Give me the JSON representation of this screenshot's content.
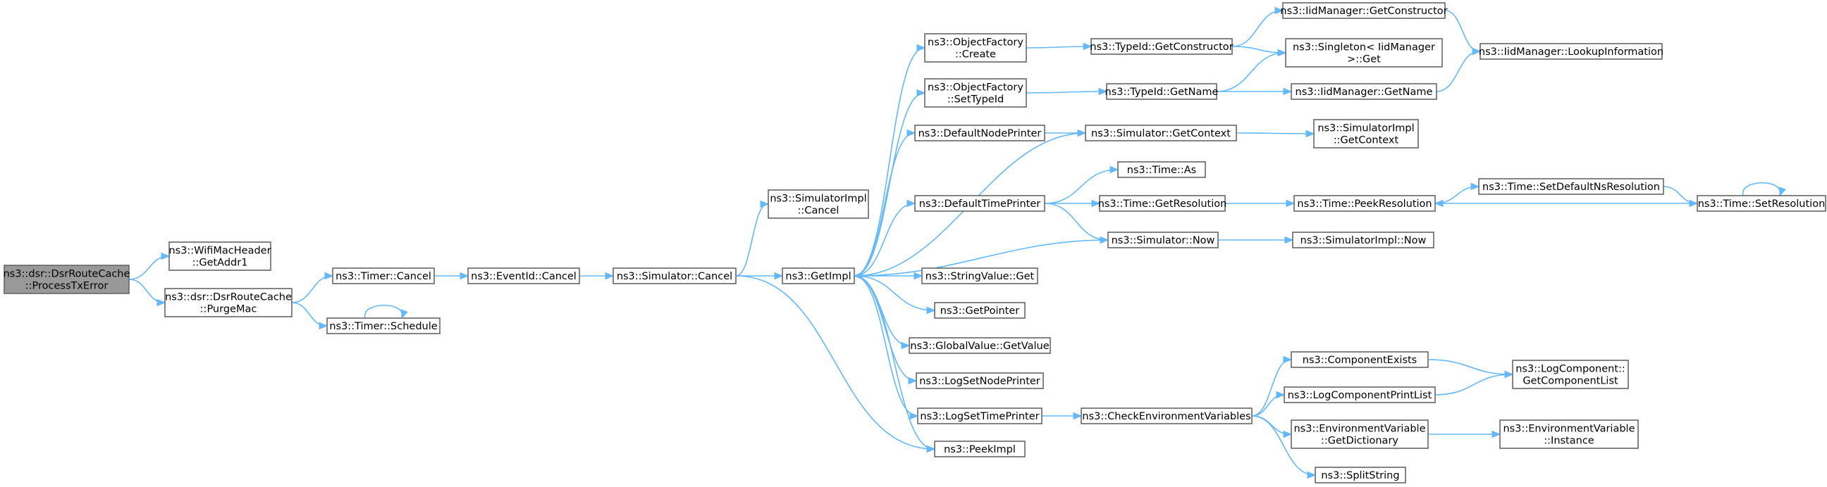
{
  "graph": {
    "nodes": [
      {
        "id": "root",
        "lines": [
          "ns3::dsr::DsrRouteCache",
          "::ProcessTxError"
        ],
        "root": true
      },
      {
        "id": "wifi_getaddr1",
        "lines": [
          "ns3::WifiMacHeader",
          "::GetAddr1"
        ]
      },
      {
        "id": "purgemac",
        "lines": [
          "ns3::dsr::DsrRouteCache",
          "::PurgeMac"
        ]
      },
      {
        "id": "timer_cancel",
        "lines": [
          "ns3::Timer::Cancel"
        ]
      },
      {
        "id": "timer_schedule",
        "lines": [
          "ns3::Timer::Schedule"
        ]
      },
      {
        "id": "eventid_cancel",
        "lines": [
          "ns3::EventId::Cancel"
        ]
      },
      {
        "id": "sim_cancel",
        "lines": [
          "ns3::Simulator::Cancel"
        ]
      },
      {
        "id": "simimpl_cancel",
        "lines": [
          "ns3::SimulatorImpl",
          "::Cancel"
        ]
      },
      {
        "id": "getimpl",
        "lines": [
          "ns3::GetImpl"
        ]
      },
      {
        "id": "of_create",
        "lines": [
          "ns3::ObjectFactory",
          "::Create"
        ]
      },
      {
        "id": "of_settypeid",
        "lines": [
          "ns3::ObjectFactory",
          "::SetTypeId"
        ]
      },
      {
        "id": "defnodeprinter",
        "lines": [
          "ns3::DefaultNodePrinter"
        ]
      },
      {
        "id": "deftimeprinter",
        "lines": [
          "ns3::DefaultTimePrinter"
        ]
      },
      {
        "id": "stringvalue_get",
        "lines": [
          "ns3::StringValue::Get"
        ]
      },
      {
        "id": "getpointer",
        "lines": [
          "ns3::GetPointer"
        ]
      },
      {
        "id": "globalvalue_getvalue",
        "lines": [
          "ns3::GlobalValue::GetValue"
        ]
      },
      {
        "id": "logsetnodeprinter",
        "lines": [
          "ns3::LogSetNodePrinter"
        ]
      },
      {
        "id": "logsettimeprinter",
        "lines": [
          "ns3::LogSetTimePrinter"
        ]
      },
      {
        "id": "peekimpl",
        "lines": [
          "ns3::PeekImpl"
        ]
      },
      {
        "id": "typeid_getconstructor",
        "lines": [
          "ns3::TypeId::GetConstructor"
        ]
      },
      {
        "id": "typeid_getname",
        "lines": [
          "ns3::TypeId::GetName"
        ]
      },
      {
        "id": "sim_getcontext",
        "lines": [
          "ns3::Simulator::GetContext"
        ]
      },
      {
        "id": "time_as",
        "lines": [
          "ns3::Time::As"
        ]
      },
      {
        "id": "time_getresolution",
        "lines": [
          "ns3::Time::GetResolution"
        ]
      },
      {
        "id": "sim_now",
        "lines": [
          "ns3::Simulator::Now"
        ]
      },
      {
        "id": "checkenvvars",
        "lines": [
          "ns3::CheckEnvironmentVariables"
        ]
      },
      {
        "id": "iid_getconstructor",
        "lines": [
          "ns3::IidManager::GetConstructor"
        ]
      },
      {
        "id": "singleton_get",
        "lines": [
          "ns3::Singleton< IidManager",
          " >::Get"
        ]
      },
      {
        "id": "iid_getname",
        "lines": [
          "ns3::IidManager::GetName"
        ]
      },
      {
        "id": "simimpl_getcontext",
        "lines": [
          "ns3::SimulatorImpl",
          "::GetContext"
        ]
      },
      {
        "id": "time_peekresolution",
        "lines": [
          "ns3::Time::PeekResolution"
        ]
      },
      {
        "id": "simimpl_now",
        "lines": [
          "ns3::SimulatorImpl::Now"
        ]
      },
      {
        "id": "componentexists",
        "lines": [
          "ns3::ComponentExists"
        ]
      },
      {
        "id": "logcomponentprintlist",
        "lines": [
          "ns3::LogComponentPrintList"
        ]
      },
      {
        "id": "envvar_getdictionary",
        "lines": [
          "ns3::EnvironmentVariable",
          "::GetDictionary"
        ]
      },
      {
        "id": "splitstring",
        "lines": [
          "ns3::SplitString"
        ]
      },
      {
        "id": "iid_lookupinformation",
        "lines": [
          "ns3::IidManager::LookupInformation"
        ]
      },
      {
        "id": "time_setdefaultnsresolution",
        "lines": [
          "ns3::Time::SetDefaultNsResolution"
        ]
      },
      {
        "id": "time_setresolution",
        "lines": [
          "ns3::Time::SetResolution"
        ]
      },
      {
        "id": "logcomponent_getcomponentlist",
        "lines": [
          "ns3::LogComponent::",
          "GetComponentList"
        ]
      },
      {
        "id": "envvar_instance",
        "lines": [
          "ns3::EnvironmentVariable",
          "::Instance"
        ]
      }
    ],
    "edges": [
      [
        "root",
        "wifi_getaddr1"
      ],
      [
        "root",
        "purgemac"
      ],
      [
        "purgemac",
        "timer_cancel"
      ],
      [
        "purgemac",
        "timer_schedule"
      ],
      [
        "timer_cancel",
        "eventid_cancel"
      ],
      [
        "timer_schedule",
        "timer_schedule"
      ],
      [
        "eventid_cancel",
        "sim_cancel"
      ],
      [
        "sim_cancel",
        "simimpl_cancel"
      ],
      [
        "sim_cancel",
        "getimpl"
      ],
      [
        "sim_cancel",
        "peekimpl"
      ],
      [
        "getimpl",
        "of_create"
      ],
      [
        "getimpl",
        "of_settypeid"
      ],
      [
        "getimpl",
        "defnodeprinter"
      ],
      [
        "getimpl",
        "deftimeprinter"
      ],
      [
        "getimpl",
        "stringvalue_get"
      ],
      [
        "getimpl",
        "getpointer"
      ],
      [
        "getimpl",
        "globalvalue_getvalue"
      ],
      [
        "getimpl",
        "logsetnodeprinter"
      ],
      [
        "getimpl",
        "logsettimeprinter"
      ],
      [
        "getimpl",
        "peekimpl"
      ],
      [
        "of_create",
        "typeid_getconstructor"
      ],
      [
        "of_settypeid",
        "typeid_getname"
      ],
      [
        "defnodeprinter",
        "sim_getcontext"
      ],
      [
        "deftimeprinter",
        "time_as"
      ],
      [
        "deftimeprinter",
        "time_getresolution"
      ],
      [
        "deftimeprinter",
        "sim_now"
      ],
      [
        "logsettimeprinter",
        "checkenvvars"
      ],
      [
        "typeid_getconstructor",
        "iid_getconstructor"
      ],
      [
        "typeid_getconstructor",
        "singleton_get"
      ],
      [
        "typeid_getname",
        "singleton_get"
      ],
      [
        "typeid_getname",
        "iid_getname"
      ],
      [
        "sim_getcontext",
        "getimpl"
      ],
      [
        "sim_getcontext",
        "simimpl_getcontext"
      ],
      [
        "time_getresolution",
        "time_peekresolution"
      ],
      [
        "sim_now",
        "getimpl"
      ],
      [
        "sim_now",
        "simimpl_now"
      ],
      [
        "checkenvvars",
        "componentexists"
      ],
      [
        "checkenvvars",
        "logcomponentprintlist"
      ],
      [
        "checkenvvars",
        "envvar_getdictionary"
      ],
      [
        "checkenvvars",
        "splitstring"
      ],
      [
        "iid_getconstructor",
        "iid_lookupinformation"
      ],
      [
        "iid_getname",
        "iid_lookupinformation"
      ],
      [
        "time_peekresolution",
        "time_setdefaultnsresolution"
      ],
      [
        "time_setdefaultnsresolution",
        "time_setresolution"
      ],
      [
        "time_setresolution",
        "time_peekresolution"
      ],
      [
        "time_setresolution",
        "time_setresolution"
      ],
      [
        "componentexists",
        "logcomponent_getcomponentlist"
      ],
      [
        "logcomponentprintlist",
        "logcomponent_getcomponentlist"
      ],
      [
        "envvar_getdictionary",
        "envvar_instance"
      ]
    ],
    "colors": {
      "edge": "#63b8ff",
      "node_border": "#666666",
      "root_fill": "#999999",
      "node_fill": "#ffffff"
    }
  }
}
